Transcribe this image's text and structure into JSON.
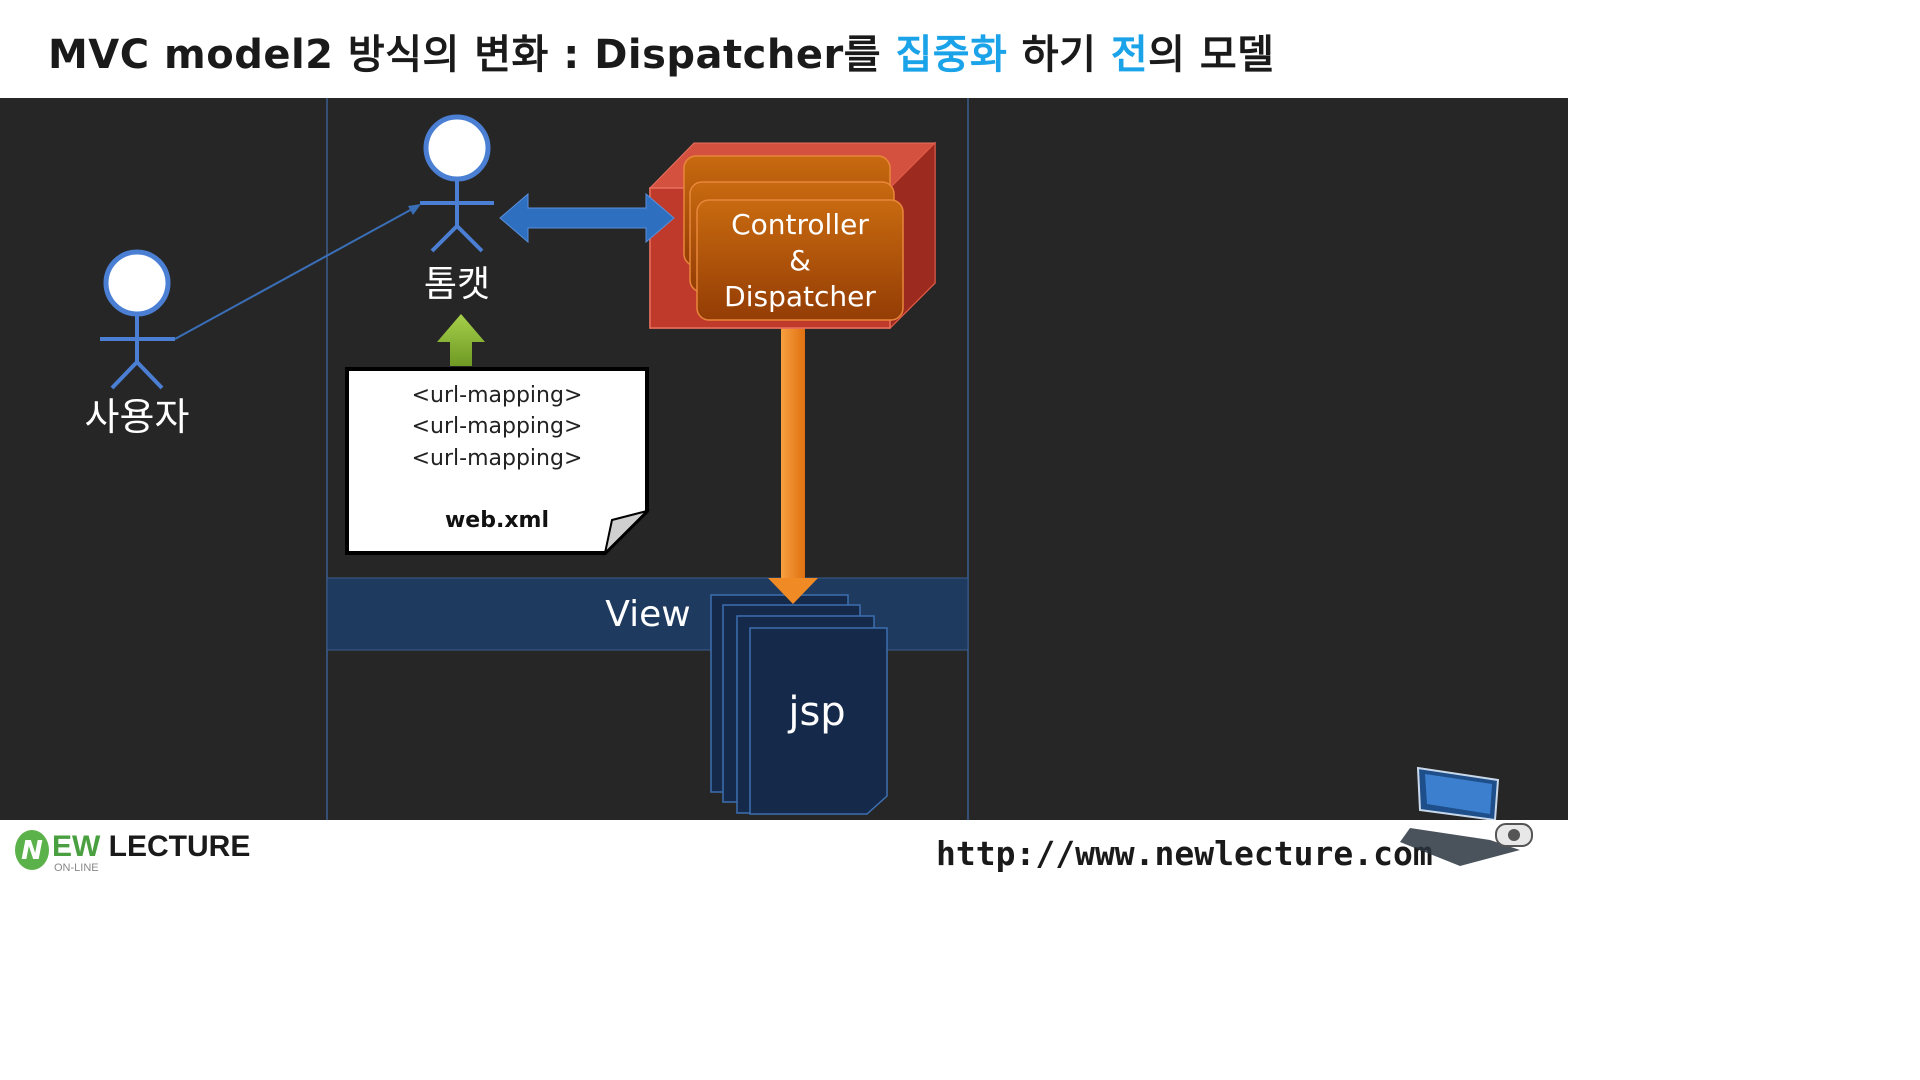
{
  "title": {
    "part1": "MVC model2 방식의 변화 : Dispatcher를 ",
    "highlight1": "집중화",
    "part2": " 하기 ",
    "highlight2": "전",
    "part3": "의 모델"
  },
  "diagram": {
    "user_label": "사용자",
    "tomcat_label": "톰캣",
    "controller_line1": "Controller",
    "controller_line2": "&",
    "controller_line3": "Dispatcher",
    "mappings": [
      "<url-mapping>",
      "<url-mapping>",
      "<url-mapping>"
    ],
    "webxml_label": "web.xml",
    "view_label": "View",
    "jsp_label": "jsp"
  },
  "footer": {
    "logo_initial": "N",
    "logo_ew": "EW",
    "logo_lecture": " LECTURE",
    "logo_sub": "ON-LINE",
    "url": "http://www.newlecture.com"
  },
  "colors": {
    "highlight": "#1aa3e8",
    "controller_box": "#c0392b",
    "controller_card": "#a84a0a",
    "orange_arrow": "#f08a24",
    "blue_arrow": "#2f6fbf",
    "green_arrow": "#8ab833",
    "view_band": "#1f3a5f",
    "jsp_page": "#15294a",
    "actor_stroke": "#4a7fd4"
  },
  "icons": [
    "stick-figure-icon",
    "computer-desk-icon",
    "logo-leaf-icon"
  ]
}
